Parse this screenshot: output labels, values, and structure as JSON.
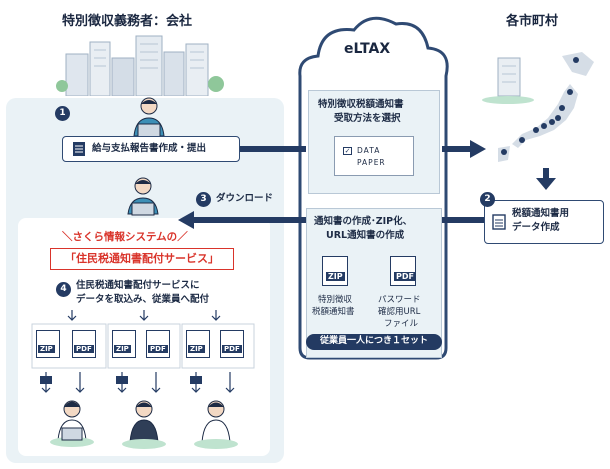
{
  "company": {
    "title": "特別徴収義務者：会社"
  },
  "municipality": {
    "title": "各市町村"
  },
  "eltax": {
    "title": "eLTAX",
    "select_line1": "特別徴収税額通知書",
    "select_line2": "受取方法を選択",
    "paper_line1": "DATA",
    "paper_line2": "PAPER",
    "create_line1": "通知書の作成･ZIP化、",
    "create_line2": "URL通知書の作成",
    "zip_label": "ZIP",
    "pdf_label": "PDF",
    "zip_caption_1": "特別徴収",
    "zip_caption_2": "税額通知書",
    "pdf_caption_1": "パスワード",
    "pdf_caption_2": "確認用URL",
    "pdf_caption_3": "ファイル",
    "per_employee": "従業員一人につき１セット"
  },
  "steps": [
    {
      "num": "1",
      "text": "給与支払報告書作成・提出"
    },
    {
      "num": "2",
      "text_1": "税額通知書用",
      "text_2": "データ作成"
    },
    {
      "num": "3",
      "text": "ダウンロード"
    },
    {
      "num": "4",
      "text_1": "住民税通知書配付サービスに",
      "text_2": "データを取込み、従業員へ配付"
    }
  ],
  "sakura": {
    "heading": "さくら情報システムの",
    "service": "「住民税通知書配付サービス」"
  },
  "colors": {
    "navy": "#243b63",
    "red": "#d9342b",
    "panel": "#eaf2f6",
    "cloud": "#2f4a73"
  }
}
